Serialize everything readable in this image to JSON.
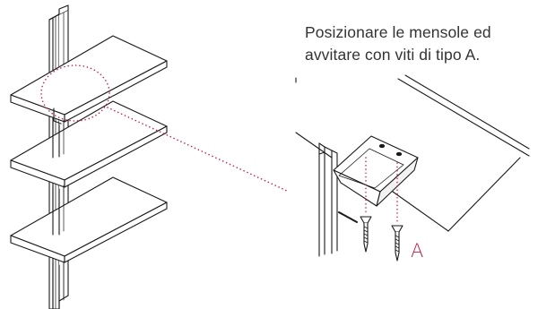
{
  "instruction": {
    "line1": "Posizionare le mensole ed",
    "line2": "avvitare con viti di tipo A."
  },
  "screw_label": "A",
  "colors": {
    "line": "#1a1a1a",
    "text": "#333333",
    "accent": "#c21d4a",
    "background": "#ffffff"
  }
}
